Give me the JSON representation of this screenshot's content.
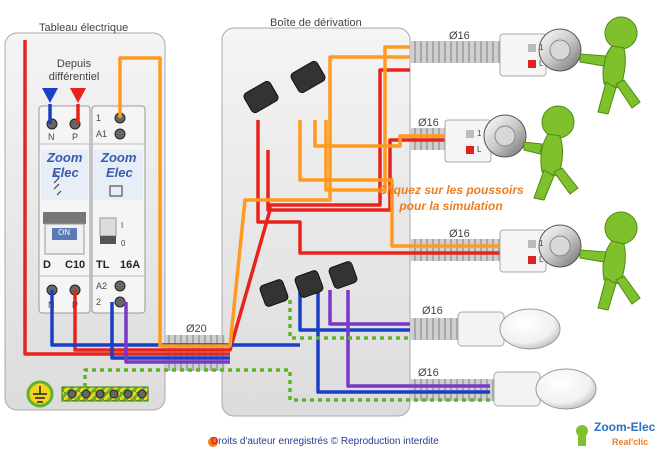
{
  "panel": {
    "title": "Tableau électrique",
    "source_note": "Depuis différentiel",
    "breaker": {
      "terminal_n": "N",
      "terminal_p": "P",
      "brand_line1": "Zoom",
      "brand_line2": "Elec",
      "on_label": "ON",
      "pole_label": "D",
      "rating": "C10"
    },
    "relay": {
      "terminal_1": "1",
      "terminal_a1": "A1",
      "terminal_a2": "A2",
      "terminal_2": "2",
      "brand_line1": "Zoom",
      "brand_line2": "Elec",
      "scale_1": "I",
      "scale_0": "0",
      "type": "TL",
      "rating": "16A"
    }
  },
  "junction_box": {
    "title": "Boîte de dérivation"
  },
  "conduits": {
    "main": "Ø20",
    "branch": "Ø16"
  },
  "pushbutton_labels": {
    "terminal": "1",
    "lamp": "L"
  },
  "instruction": {
    "line1": "Cliquez sur les poussoirs",
    "line2": "pour la simulation"
  },
  "copyright": {
    "first_letter": "D",
    "rest": "roits d'auteur enregistrés © Reproduction interdite"
  },
  "logo": {
    "name": "Zoom-Elec",
    "tagline": "Real'clic"
  },
  "colors": {
    "phase": "#e8231b",
    "neutral": "#1a3fc4",
    "switch_return": "#ff9a1f",
    "lamp_return": "#7a38c8",
    "earth_green": "#5fb32a",
    "earth_yellow": "#f2d51a",
    "accent": "#ee7d1f",
    "figure": "#7fc12c"
  }
}
